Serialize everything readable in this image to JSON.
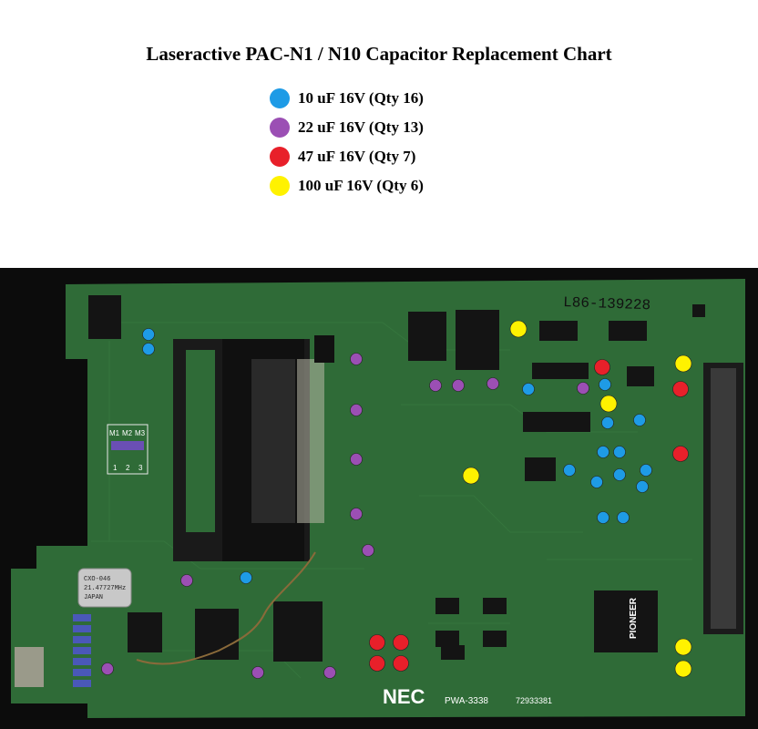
{
  "title": "Laseractive PAC-N1 / N10 Capacitor Replacement Chart",
  "legend": [
    {
      "label": "10 uF 16V (Qty 16)",
      "color": "#1e9be6"
    },
    {
      "label": "22 uF 16V (Qty 13)",
      "color": "#9b4fb4"
    },
    {
      "label": "47 uF 16V (Qty 7)",
      "color": "#e8202a"
    },
    {
      "label": "100 uF 16V (Qty 6)",
      "color": "#fff200"
    }
  ],
  "board": {
    "handwritten_label": "L86-139228",
    "brand": "NEC",
    "part_number": "PWA-3338",
    "serial": "72933381",
    "chip_brand": "PIONEER",
    "switch_labels": [
      "M1",
      "M2",
      "M3"
    ],
    "switch_numbers": [
      "1",
      "2",
      "3"
    ],
    "crystal_text": [
      "CXO-046",
      "21.47727MHz",
      "JAPAN"
    ]
  }
}
